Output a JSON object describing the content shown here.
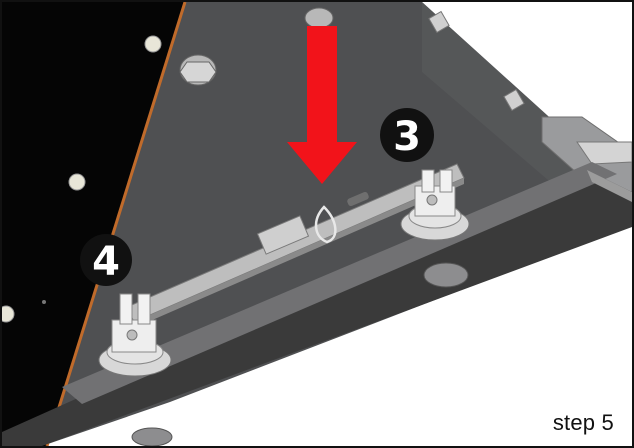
{
  "caption": "step 5",
  "badges": {
    "right_badge_label": "3",
    "left_badge_label": "4"
  },
  "colors": {
    "panel_dark": "#4f5052",
    "panel_black": "#050505",
    "rail_dark": "#3a3a3a",
    "arrow_red": "#f2131a",
    "copper_edge": "#c06b2b"
  },
  "icons": {
    "down_arrow": "down-arrow-icon"
  }
}
